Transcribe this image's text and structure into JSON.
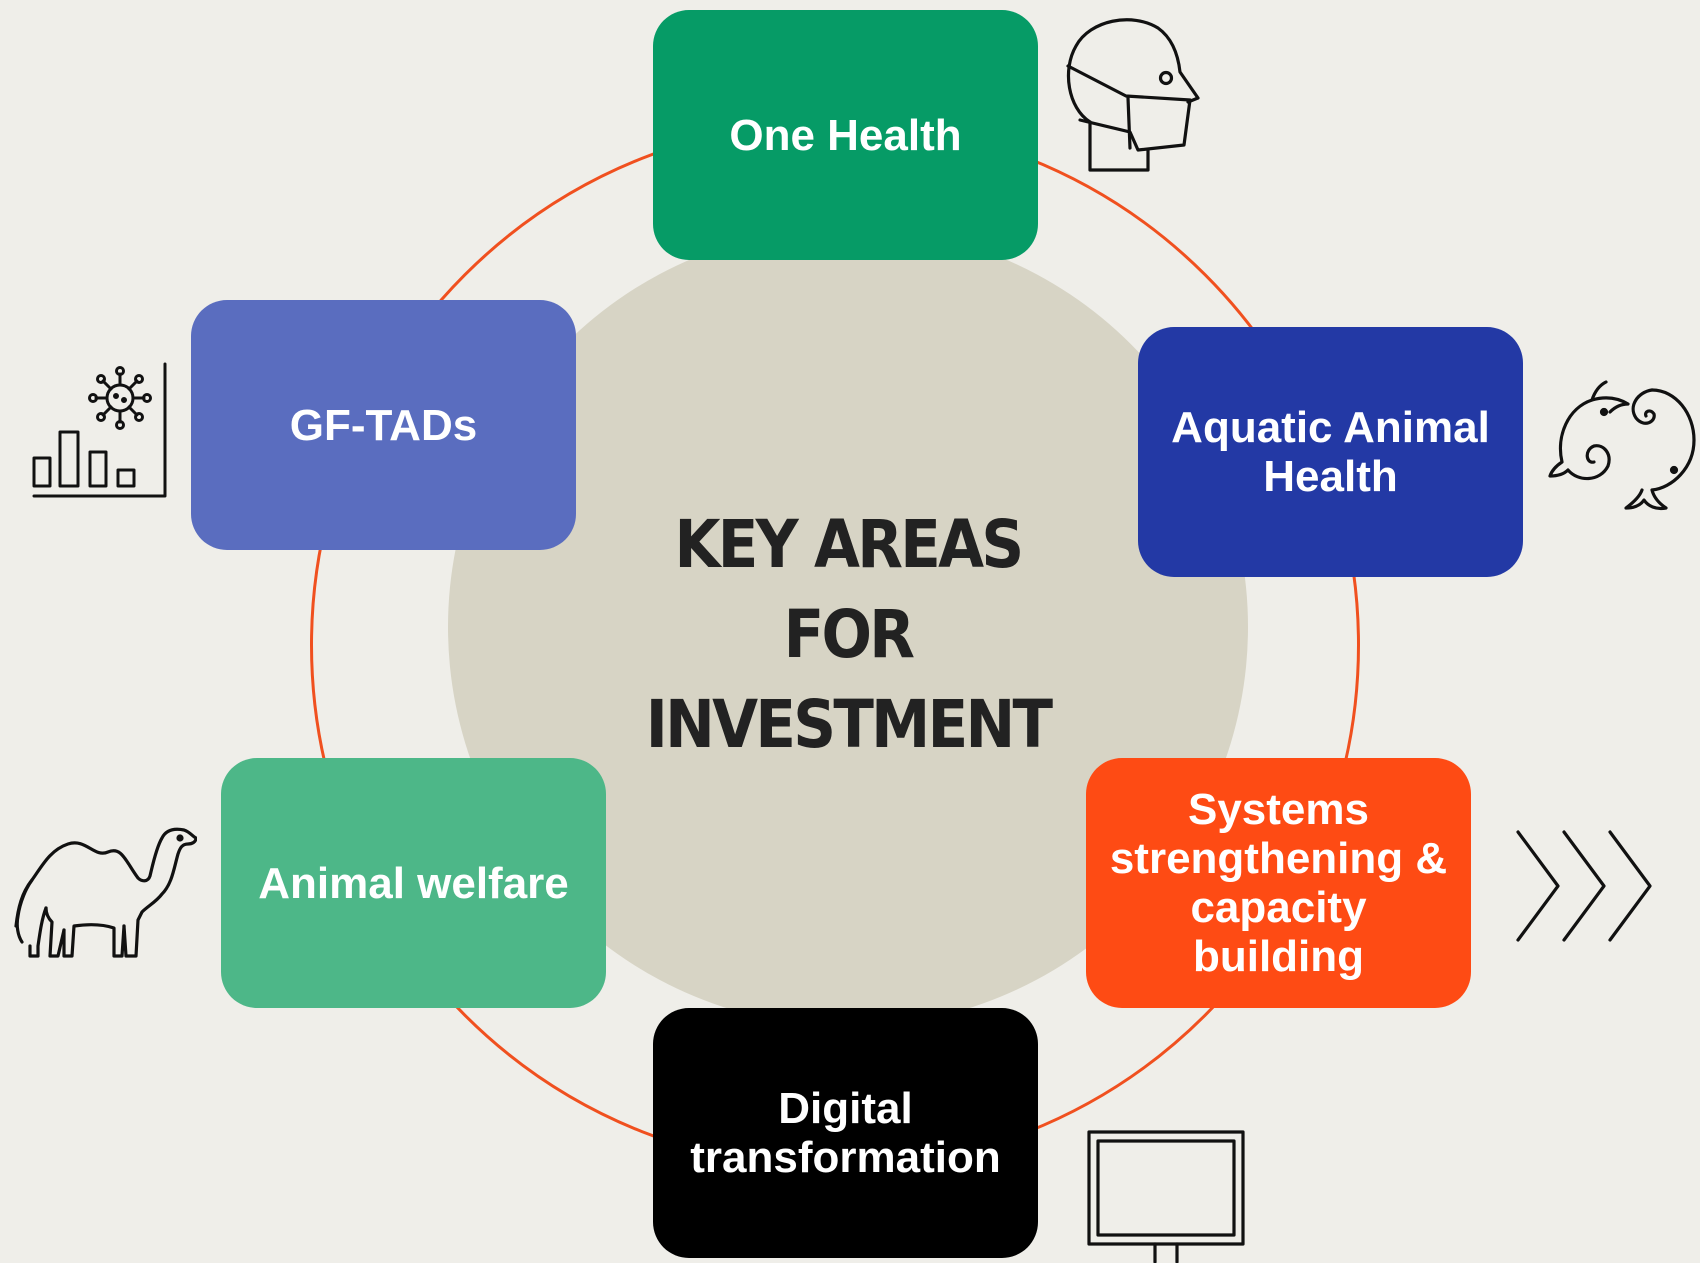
{
  "center": {
    "lines": [
      "KEY AREAS",
      "FOR",
      "INVESTMENT"
    ]
  },
  "areas": [
    {
      "label": "One Health",
      "color": "#069b66",
      "icon": "masked-head-icon"
    },
    {
      "label": "Aquatic Animal Health",
      "color": "#2339a5",
      "icon": "fish-icon"
    },
    {
      "label": "Systems strengthening & capacity building",
      "color": "#fe4b14",
      "icon": "chevrons-right-icon"
    },
    {
      "label": "Digital transformation",
      "color": "#000000",
      "icon": "monitor-icon"
    },
    {
      "label": "Animal welfare",
      "color": "#4db788",
      "icon": "camel-icon"
    },
    {
      "label": "GF-TADs",
      "color": "#5a6dbf",
      "icon": "virus-bar-chart-icon"
    }
  ],
  "colors": {
    "background": "#efeee9",
    "ring": "#f0501f",
    "hub": "#d7d4c5"
  }
}
